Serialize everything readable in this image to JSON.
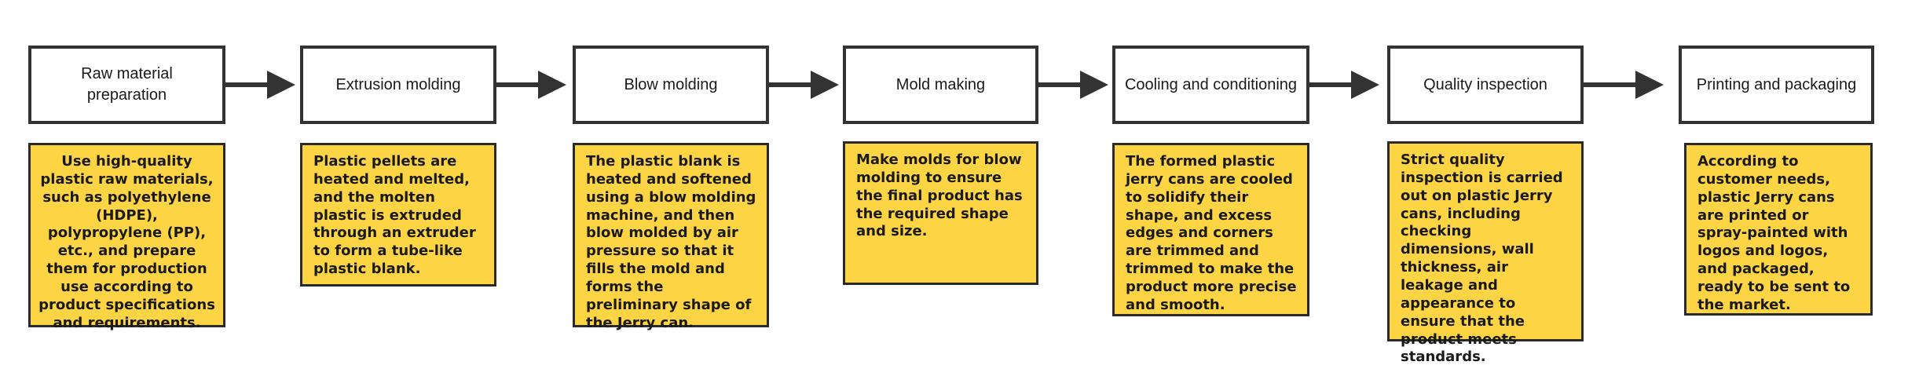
{
  "steps": [
    {
      "title": "Raw material preparation",
      "description": "Use high-quality plastic raw materials, such as polyethylene (HDPE), polypropylene (PP), etc., and prepare them for production use according to product specifications and requirements."
    },
    {
      "title": "Extrusion molding",
      "description": "Plastic pellets are heated and melted, and the molten plastic is extruded through an extruder to form a tube-like plastic blank."
    },
    {
      "title": "Blow molding",
      "description": "The plastic blank is heated and softened using a blow molding machine, and then blow molded by air pressure so that it fills the mold and forms the preliminary shape of the Jerry can."
    },
    {
      "title": "Mold making",
      "description": "Make molds for blow molding to ensure the final product has the required shape and size."
    },
    {
      "title": "Cooling and conditioning",
      "description": "The formed plastic jerry cans are cooled to solidify their shape, and excess edges and corners are trimmed and trimmed to make the product more precise and smooth."
    },
    {
      "title": "Quality inspection",
      "description": "Strict quality inspection is carried out on plastic Jerry cans, including checking dimensions, wall thickness, air leakage and appearance to ensure that the product meets standards."
    },
    {
      "title": "Printing and packaging",
      "description": "According to customer needs, plastic Jerry cans are printed or spray-painted with logos and logos, and packaged, ready to be sent to the market."
    }
  ],
  "colors": {
    "box_border": "#333333",
    "desc_fill": "#fdd444",
    "arrow": "#333333"
  }
}
